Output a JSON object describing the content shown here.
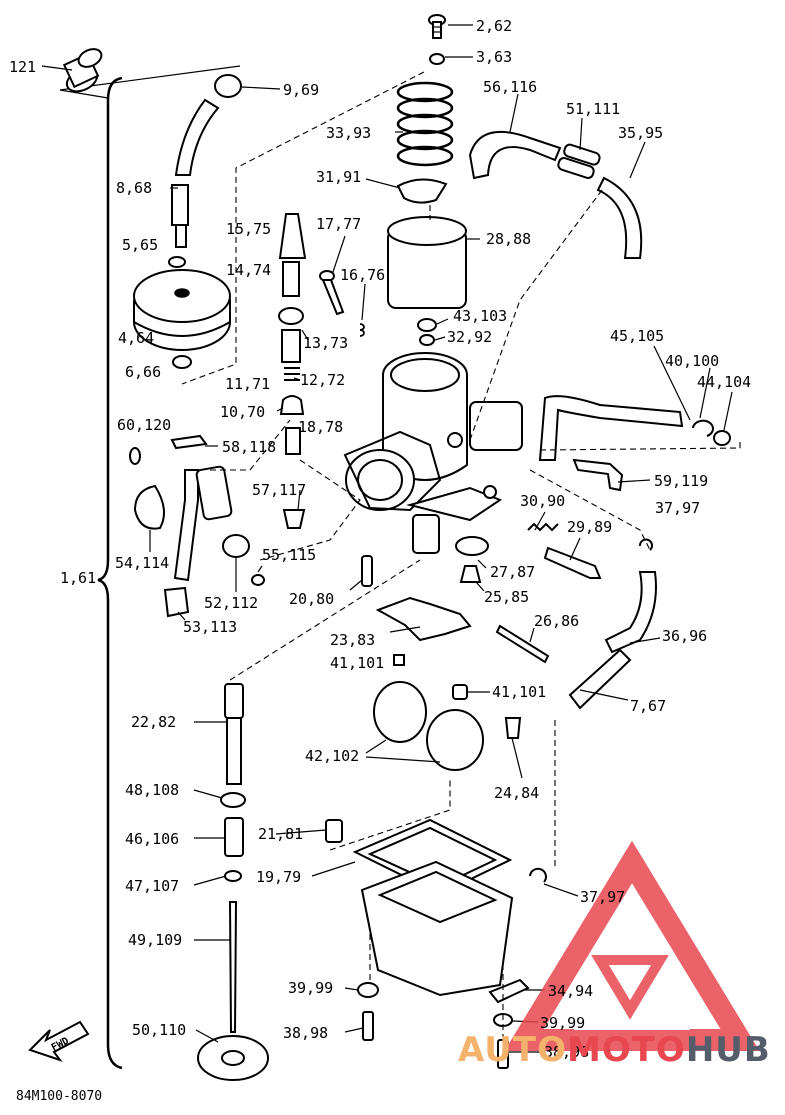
{
  "diagram": {
    "doc_code": "84M100-8070",
    "fwd_label": "FWD",
    "bracket_label": "1,61",
    "callouts": [
      {
        "id": "c1",
        "text": "2,62"
      },
      {
        "id": "c2",
        "text": "3,63"
      },
      {
        "id": "c3",
        "text": "121"
      },
      {
        "id": "c4",
        "text": "9,69"
      },
      {
        "id": "c5",
        "text": "56,116"
      },
      {
        "id": "c6",
        "text": "51,111"
      },
      {
        "id": "c7",
        "text": "35,95"
      },
      {
        "id": "c8",
        "text": "33,93"
      },
      {
        "id": "c9",
        "text": "31,91"
      },
      {
        "id": "c10",
        "text": "8,68"
      },
      {
        "id": "c11",
        "text": "15,75"
      },
      {
        "id": "c12",
        "text": "17,77"
      },
      {
        "id": "c13",
        "text": "28,88"
      },
      {
        "id": "c14",
        "text": "5,65"
      },
      {
        "id": "c15",
        "text": "14,74"
      },
      {
        "id": "c16",
        "text": "16,76"
      },
      {
        "id": "c17",
        "text": "43,103"
      },
      {
        "id": "c18",
        "text": "32,92"
      },
      {
        "id": "c19",
        "text": "13,73"
      },
      {
        "id": "c20",
        "text": "4,64"
      },
      {
        "id": "c21",
        "text": "12,72"
      },
      {
        "id": "c22",
        "text": "45,105"
      },
      {
        "id": "c23",
        "text": "40,100"
      },
      {
        "id": "c24",
        "text": "6,66"
      },
      {
        "id": "c25",
        "text": "44,104"
      },
      {
        "id": "c26",
        "text": "11,71"
      },
      {
        "id": "c27",
        "text": "10,70"
      },
      {
        "id": "c28",
        "text": "60,120"
      },
      {
        "id": "c29",
        "text": "18,78"
      },
      {
        "id": "c30",
        "text": "58,118"
      },
      {
        "id": "c31",
        "text": "59,119"
      },
      {
        "id": "c32",
        "text": "57,117"
      },
      {
        "id": "c33",
        "text": "30,90"
      },
      {
        "id": "c34",
        "text": "37,97"
      },
      {
        "id": "c35",
        "text": "29,89"
      },
      {
        "id": "c36",
        "text": "54,114"
      },
      {
        "id": "c37",
        "text": "55,115"
      },
      {
        "id": "c38",
        "text": "27,87"
      },
      {
        "id": "c39",
        "text": "52,112"
      },
      {
        "id": "c40",
        "text": "20,80"
      },
      {
        "id": "c41",
        "text": "25,85"
      },
      {
        "id": "c42",
        "text": "53,113"
      },
      {
        "id": "c43",
        "text": "26,86"
      },
      {
        "id": "c44",
        "text": "36,96"
      },
      {
        "id": "c45",
        "text": "23,83"
      },
      {
        "id": "c46",
        "text": "41,101"
      },
      {
        "id": "c47",
        "text": "41,101"
      },
      {
        "id": "c48",
        "text": "7,67"
      },
      {
        "id": "c49",
        "text": "22,82"
      },
      {
        "id": "c50",
        "text": "42,102"
      },
      {
        "id": "c51",
        "text": "48,108"
      },
      {
        "id": "c52",
        "text": "24,84"
      },
      {
        "id": "c53",
        "text": "46,106"
      },
      {
        "id": "c54",
        "text": "21,81"
      },
      {
        "id": "c55",
        "text": "47,107"
      },
      {
        "id": "c56",
        "text": "19,79"
      },
      {
        "id": "c57",
        "text": "37,97"
      },
      {
        "id": "c58",
        "text": "49,109"
      },
      {
        "id": "c59",
        "text": "39,99"
      },
      {
        "id": "c60",
        "text": "34,94"
      },
      {
        "id": "c61",
        "text": "39,99"
      },
      {
        "id": "c62",
        "text": "50,110"
      },
      {
        "id": "c63",
        "text": "38,98"
      },
      {
        "id": "c64",
        "text": "38,98"
      }
    ]
  },
  "watermark": {
    "part1": "AUTO",
    "part2": "MOTO",
    "part3": "HUB",
    "colors": {
      "part1": "#f4b26d",
      "part2": "#e8474f",
      "part3": "#555c6a",
      "logo": "#e8474f"
    }
  }
}
